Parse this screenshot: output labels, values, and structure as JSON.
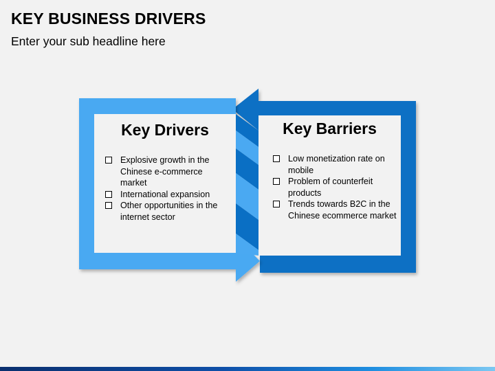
{
  "header": {
    "title": "KEY BUSINESS DRIVERS",
    "subtitle": "Enter your sub headline here"
  },
  "colors": {
    "drivers_frame": "#4aa9f2",
    "barriers_frame": "#0a6fc4",
    "panel_fill": "#f2f2f2"
  },
  "drivers": {
    "heading": "Key Drivers",
    "items": [
      "Explosive growth in the Chinese e-commerce market",
      "International expansion",
      "Other opportunities in the internet sector"
    ]
  },
  "barriers": {
    "heading": "Key Barriers",
    "items": [
      "Low monetization rate on mobile",
      "Problem of counterfeit products",
      "Trends towards B2C in the Chinese ecommerce market"
    ]
  }
}
